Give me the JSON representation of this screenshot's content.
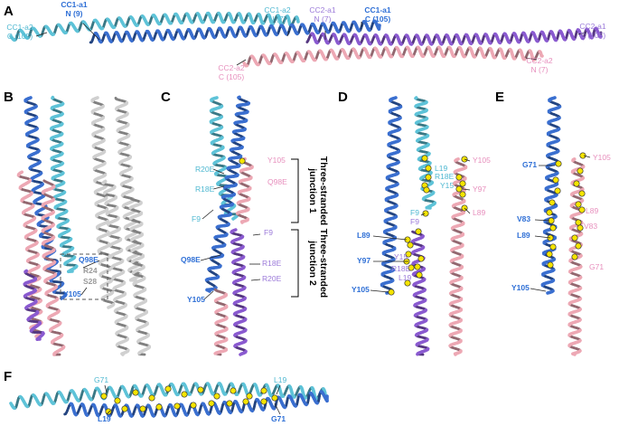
{
  "colors": {
    "cc1_a1": "#3a6fd0",
    "cc1_a2": "#5ec3d8",
    "cc2_a1": "#8a5ad0",
    "cc2_a2": "#eda8b4",
    "grey": "#d0d0d0",
    "residue": "#f5e400",
    "label_cc1a1": "#2e6fd6",
    "label_cc1a2": "#4fb8d1",
    "label_cc2a1": "#9b7ad9",
    "label_cc2a2": "#e78fbd",
    "label_grey": "#9a9a9a"
  },
  "panels": {
    "A": {
      "letter": "A",
      "labels": [
        {
          "line1": "CC1-a2",
          "line2": "C (105)",
          "tone": "cc1_a2"
        },
        {
          "line1": "CC1-a1",
          "line2": "N (9)",
          "tone": "cc1_a1"
        },
        {
          "line1": "CC1-a2",
          "line2": "N (7)",
          "tone": "cc1_a2"
        },
        {
          "line1": "CC2-a1",
          "line2": "N (7)",
          "tone": "cc2_a1"
        },
        {
          "line1": "CC1-a1",
          "line2": "C (105)",
          "tone": "cc1_a1"
        },
        {
          "line1": "CC2-a1",
          "line2": "C (105)",
          "tone": "cc2_a1"
        },
        {
          "line1": "CC2-a2",
          "line2": "C (105)",
          "tone": "cc2_a2"
        },
        {
          "line1": "CC2-a2",
          "line2": "N (7)",
          "tone": "cc2_a2"
        }
      ]
    },
    "B": {
      "letter": "B",
      "labels": [
        "Q98E",
        "R24",
        "S28",
        "Y105"
      ]
    },
    "C": {
      "letter": "C",
      "labels": [
        "R20E",
        "R18E",
        "F9",
        "Q98E",
        "Y105",
        "Y105",
        "Q98E",
        "F9",
        "R18E",
        "R20E"
      ],
      "junction1": [
        "Three-stranded",
        "junction 1"
      ],
      "junction2": [
        "Three-stranded",
        "junction 2"
      ]
    },
    "D": {
      "letter": "D",
      "labels": [
        "L19",
        "R18E",
        "Y15",
        "F9",
        "F9",
        "L89",
        "Y97",
        "Y105",
        "Y15",
        "R18E",
        "L19",
        "Y105",
        "Y97",
        "L89"
      ]
    },
    "E": {
      "letter": "E",
      "labels": [
        "G71",
        "V83",
        "L89",
        "Y105",
        "Y105",
        "L89",
        "V83",
        "G71"
      ]
    },
    "F": {
      "letter": "F",
      "labels": [
        "G71",
        "L19",
        "L19",
        "G71"
      ]
    }
  }
}
